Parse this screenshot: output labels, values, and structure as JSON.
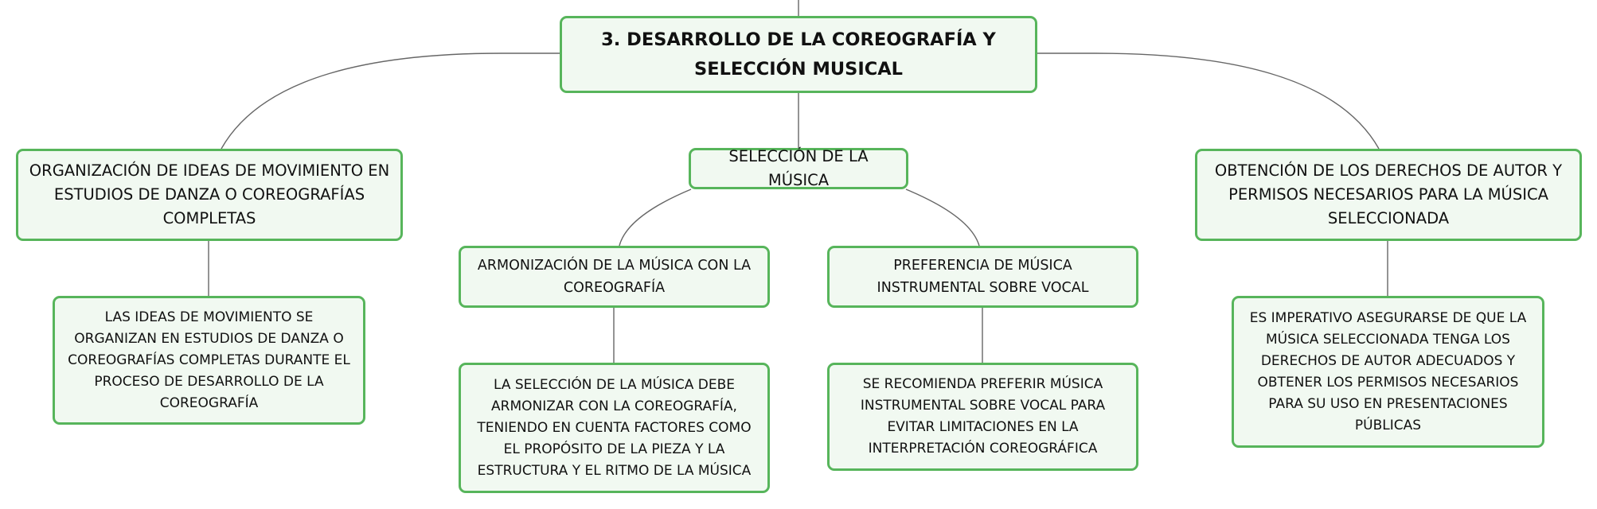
{
  "root": {
    "text": "3. DESARROLLO DE LA COREOGRAFÍA Y SELECCIÓN MUSICAL"
  },
  "branches": {
    "ideas": {
      "title": "ORGANIZACIÓN DE IDEAS DE MOVIMIENTO EN ESTUDIOS DE DANZA O COREOGRAFÍAS COMPLETAS",
      "detail": "LAS IDEAS DE MOVIMIENTO SE ORGANIZAN EN ESTUDIOS DE DANZA O COREOGRAFÍAS COMPLETAS DURANTE EL PROCESO DE DESARROLLO DE LA COREOGRAFÍA"
    },
    "musica": {
      "title": "SELECCIÓN DE LA MÚSICA",
      "armonizacion": {
        "title": "ARMONIZACIÓN DE LA MÚSICA CON LA COREOGRAFÍA",
        "detail": "LA SELECCIÓN DE LA MÚSICA DEBE ARMONIZAR CON LA COREOGRAFÍA, TENIENDO EN CUENTA FACTORES COMO EL PROPÓSITO DE LA PIEZA Y LA ESTRUCTURA Y EL RITMO DE LA MÚSICA"
      },
      "instrumental": {
        "title": "PREFERENCIA DE MÚSICA INSTRUMENTAL SOBRE VOCAL",
        "detail": "SE RECOMIENDA PREFERIR MÚSICA INSTRUMENTAL SOBRE VOCAL PARA EVITAR LIMITACIONES EN LA INTERPRETACIÓN COREOGRÁFICA"
      }
    },
    "derechos": {
      "title": "OBTENCIÓN DE LOS DERECHOS DE AUTOR Y PERMISOS NECESARIOS PARA LA MÚSICA SELECCIONADA",
      "detail": "ES IMPERATIVO ASEGURARSE DE QUE LA MÚSICA SELECCIONADA TENGA LOS DERECHOS DE AUTOR ADECUADOS Y OBTENER LOS PERMISOS NECESARIOS PARA SU USO EN PRESENTACIONES PÚBLICAS"
    }
  },
  "colors": {
    "node_border": "#57b55b",
    "node_fill": "#f1f9f1",
    "connector": "#666666"
  }
}
